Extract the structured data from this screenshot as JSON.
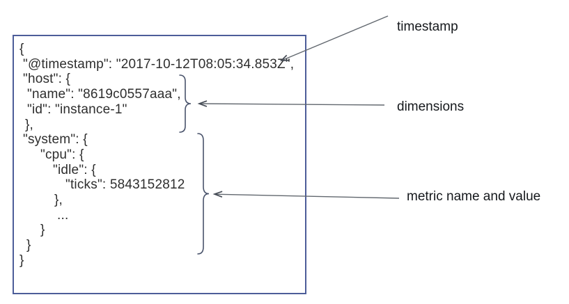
{
  "code_box": {
    "description": "sample-metric-json-document",
    "lines": [
      {
        "text": "{",
        "indent": 0
      },
      {
        "text": "\"@timestamp\": \"2017-10-12T08:05:34.853Z\",",
        "indent": 5
      },
      {
        "text": "\"host\": {",
        "indent": 5
      },
      {
        "text": "\"name\": \"8619c0557aaa\",",
        "indent": 11
      },
      {
        "text": "\"id\": \"instance-1\"",
        "indent": 11
      },
      {
        "text": "},",
        "indent": 8
      },
      {
        "text": "\"system\": {",
        "indent": 5
      },
      {
        "text": "\"cpu\": {",
        "indent": 30
      },
      {
        "text": "\"idle\": {",
        "indent": 48
      },
      {
        "text": "\"ticks\": 5843152812",
        "indent": 66
      },
      {
        "text": "},",
        "indent": 50
      },
      {
        "text": "...",
        "indent": 54
      },
      {
        "text": "}",
        "indent": 30
      },
      {
        "text": "}",
        "indent": 10
      },
      {
        "text": "}",
        "indent": 0
      }
    ]
  },
  "annotations": [
    {
      "label": "timestamp"
    },
    {
      "label": "dimensions"
    },
    {
      "label": "metric name and value"
    }
  ],
  "colors": {
    "canvas-bg": "#ffffff",
    "box-border": "#4c5d99",
    "code-text": "#2e2e2e",
    "brace-color": "#49536b",
    "arrow-color": "#61676e",
    "arrowhead-color": "#454b55",
    "label-text": "#15181c"
  }
}
